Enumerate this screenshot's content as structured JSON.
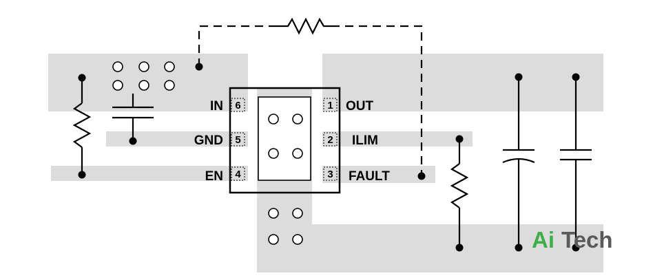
{
  "pins": {
    "in": {
      "name": "IN",
      "number": "6"
    },
    "gnd": {
      "name": "GND",
      "number": "5"
    },
    "en": {
      "name": "EN",
      "number": "4"
    },
    "out": {
      "name": "OUT",
      "number": "1"
    },
    "ilim": {
      "name": "ILIM",
      "number": "2"
    },
    "fault": {
      "name": "FAULT",
      "number": "3"
    }
  },
  "watermark": {
    "part1": "Ai",
    "part2": "Tech"
  },
  "colors": {
    "copper": "#dcdcdc",
    "line": "#000000",
    "watermark_green": "#3fae49",
    "watermark_gray": "#5a5a5a"
  }
}
